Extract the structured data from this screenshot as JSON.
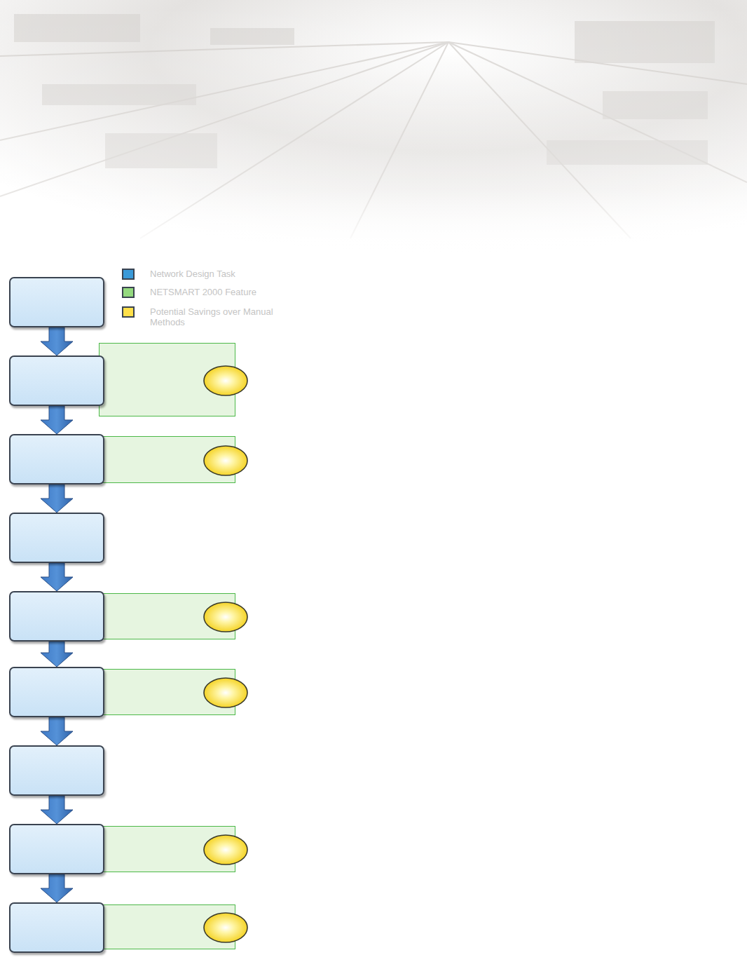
{
  "diagram": {
    "nodes": [
      {
        "text": []
      },
      {
        "text": []
      },
      {
        "text": []
      },
      {
        "text": []
      },
      {
        "text": []
      },
      {
        "text": []
      },
      {
        "text": []
      },
      {
        "text": []
      },
      {
        "text": []
      },
      {
        "text": []
      },
      {
        "text": []
      },
      {
        "text": []
      },
      {
        "text": []
      },
      {
        "text": []
      },
      {
        "text": []
      }
    ],
    "edges": [
      {
        "from": 0,
        "to": 1,
        "arrow": "to"
      },
      {
        "from": 1,
        "to": 3,
        "arrow": "to"
      },
      {
        "from": 3,
        "to": 5,
        "arrow": "to"
      },
      {
        "from": 5,
        "to": 6,
        "arrow": "to"
      },
      {
        "from": 6,
        "to": 8,
        "arrow": "to"
      },
      {
        "from": 8,
        "to": 10,
        "arrow": "to"
      },
      {
        "from": 10,
        "to": 11,
        "arrow": "to"
      },
      {
        "from": 11,
        "to": 13,
        "arrow": "to"
      }
    ],
    "legend": [
      {
        "text": "Network Design Task",
        "color": "#3a9ad9"
      },
      {
        "text": "NETSMART 2000 Feature",
        "color": "#94d97f"
      },
      {
        "text": "Potential Savings over Manual Methods",
        "color": "#ffe04a"
      }
    ]
  }
}
